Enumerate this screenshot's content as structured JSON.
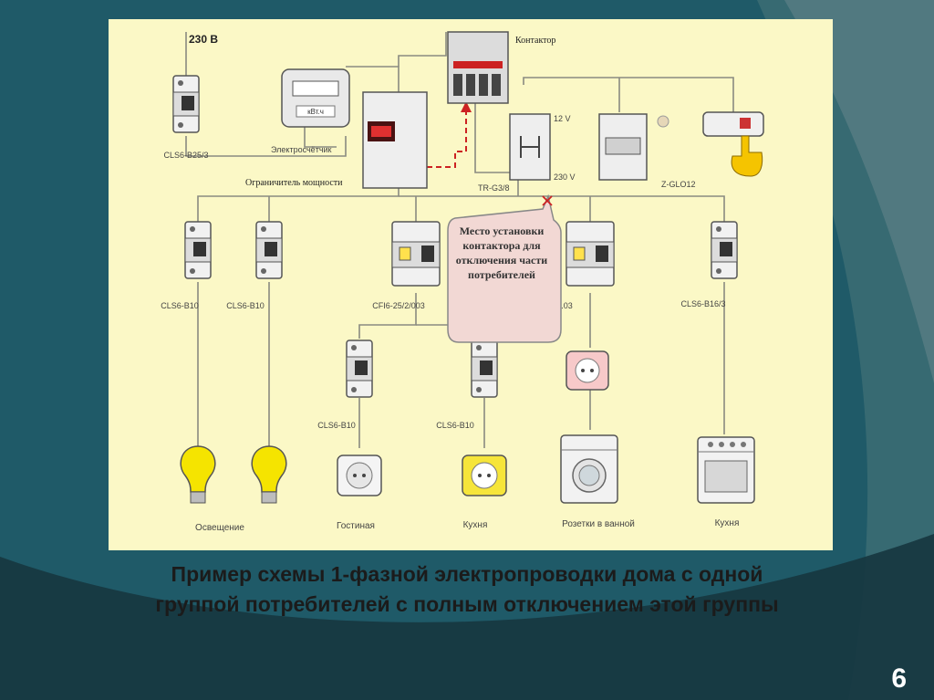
{
  "slide": {
    "caption_line1": "Пример схемы 1-фазной электропроводки дома с одной",
    "caption_line2": "группой потребителей с полным отключением этой группы",
    "page_number": "6"
  },
  "diagram": {
    "voltage_label": "230 В",
    "main_breaker_label": "CLS6-B25/3",
    "meter_label": "Электросчётчик",
    "meter_display": "кВт.ч",
    "limiter_label": "Ограничитель мощности",
    "contactor_label": "Контактор",
    "relay_label": "TR-G3/8",
    "voltage_12": "12 V",
    "voltage_230": "230 V",
    "zglo_label": "Z-GLO12",
    "callout_text": "Место установки контактора для отключения части потребителей",
    "breakers": {
      "b1": "CLS6-B10",
      "b2": "CLS6-B10",
      "rcd1": "CFI6-25/2/003",
      "rcd2": "...03",
      "b5": "CLS6-B16/3",
      "b6": "CLS6-B10",
      "b7": "CLS6-B10"
    },
    "loads": {
      "lighting": "Освещение",
      "living_room": "Гостиная",
      "kitchen1": "Кухня",
      "bathroom": "Розетки в ванной",
      "kitchen2": "Кухня"
    }
  },
  "colors": {
    "slide_background": "#1f5a68",
    "diagram_background": "#fbf8c6",
    "wire": "#8a8a80",
    "dashed_control": "#cc2222",
    "bulb": "#f5e400",
    "callout_fill": "#f2d8d4"
  }
}
